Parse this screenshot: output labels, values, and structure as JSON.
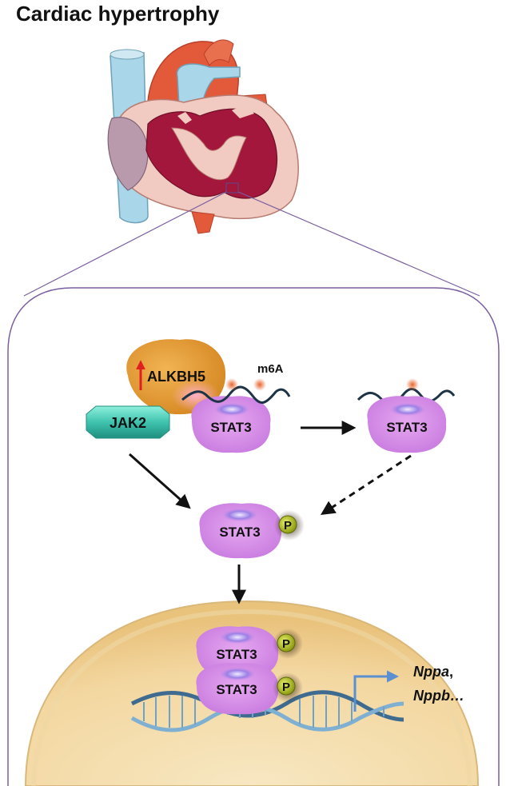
{
  "title": "Cardiac hypertrophy",
  "labels": {
    "alkbh5": "ALKBH5",
    "jak2": "JAK2",
    "m6a": "m6A",
    "stat3": "STAT3",
    "phospho": "P",
    "gene1": "Nppa",
    "gene1_suffix": ",",
    "gene2": "Nppb…"
  },
  "colors": {
    "alkbh5": "#e0962e",
    "jak2": "#3fbfae",
    "stat3": "#d98ee8",
    "stat3_core": "#9a7ee0",
    "phospho": "#b6c61a",
    "border": "#7a5fa0",
    "mrna": "#1e3446",
    "m6a_dot": "#e2703a",
    "up_arrow": "#e02020",
    "transcription_arrow": "#5a8fd0",
    "nucleus": "#f3d9a4",
    "heart_muscle": "#a3173c",
    "heart_wall": "#f1cbc2",
    "aorta": "#e25a3a",
    "vein": "#a9d6e8"
  }
}
